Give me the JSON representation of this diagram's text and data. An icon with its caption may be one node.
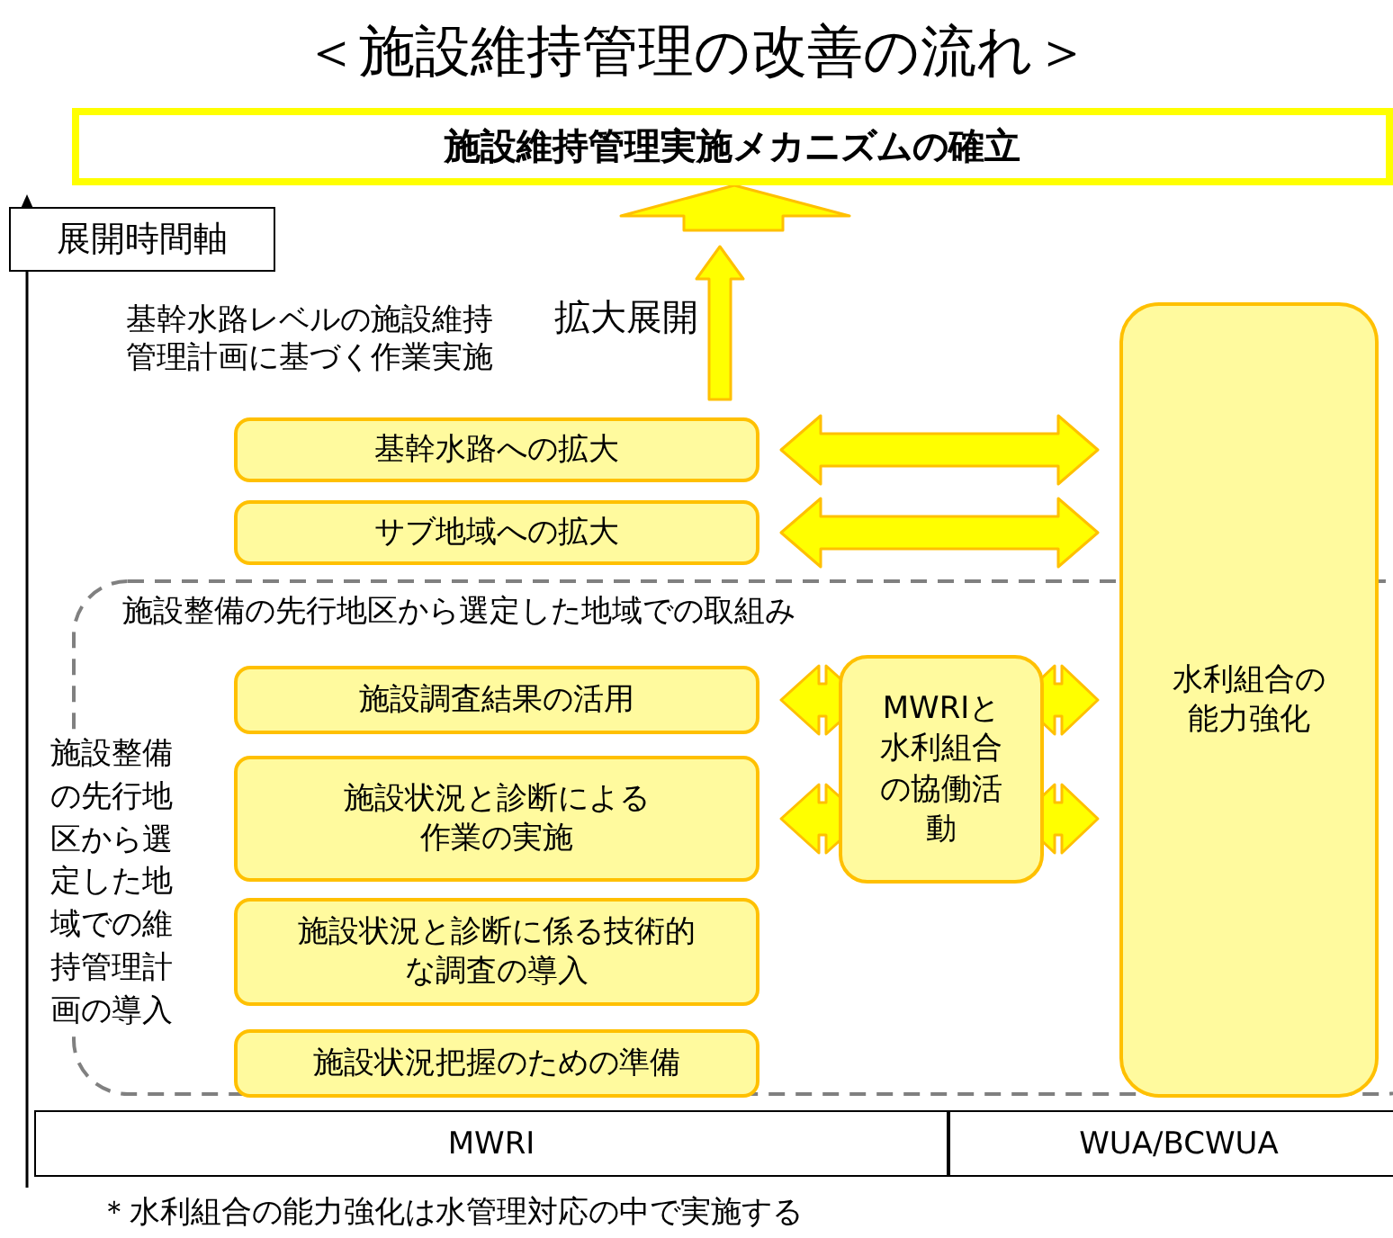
{
  "diagram": {
    "title": "＜施設維持管理の改善の流れ＞",
    "nodes": [
      {
        "text": [
          "施設維持管理実施メカニズムの確立"
        ]
      },
      {
        "text": [
          "展開時間軸"
        ]
      },
      {
        "text": [
          "施設整備の先行地区から選定した地域での取組み",
          "施設整備の先行地区から選定した地域での維持管理計画の導入"
        ]
      },
      {
        "text": [
          "基幹水路への拡大"
        ]
      },
      {
        "text": [
          "サブ地域への拡大"
        ]
      },
      {
        "text": [
          "施設調査結果の活用"
        ],
        "in": 2
      },
      {
        "text": [
          "施設状況と診断による作業の実施"
        ],
        "in": 2
      },
      {
        "text": [
          "施設状況と診断に係る技術的な調査の導入"
        ],
        "in": 2
      },
      {
        "text": [
          "施設状況把握のための準備"
        ],
        "in": 2
      },
      {
        "text": [
          "MWRIと水利組合の協働活動"
        ],
        "in": 2
      },
      {
        "text": [
          "水利組合の能力強化"
        ]
      },
      {
        "text": [
          "MWRI"
        ]
      },
      {
        "text": [
          "WUA/BCWUA"
        ]
      }
    ],
    "edges": [
      {
        "from": 3,
        "to": 0,
        "arrow": "to",
        "label": "拡大展開"
      },
      {
        "from": 3,
        "to": 10,
        "arrow": "both"
      },
      {
        "from": 4,
        "to": 10,
        "arrow": "both"
      },
      {
        "from": 5,
        "to": 9,
        "arrow": "both"
      },
      {
        "from": 9,
        "to": 10,
        "arrow": "both"
      },
      {
        "from": 6,
        "to": 9,
        "arrow": "both"
      },
      {
        "from": 9,
        "to": 10,
        "arrow": "both"
      }
    ],
    "labels": [
      "基幹水路レベルの施設維持管理計画に基づく作業実施",
      "＊水利組合の能力強化は水管理対応の中で実施する"
    ]
  }
}
